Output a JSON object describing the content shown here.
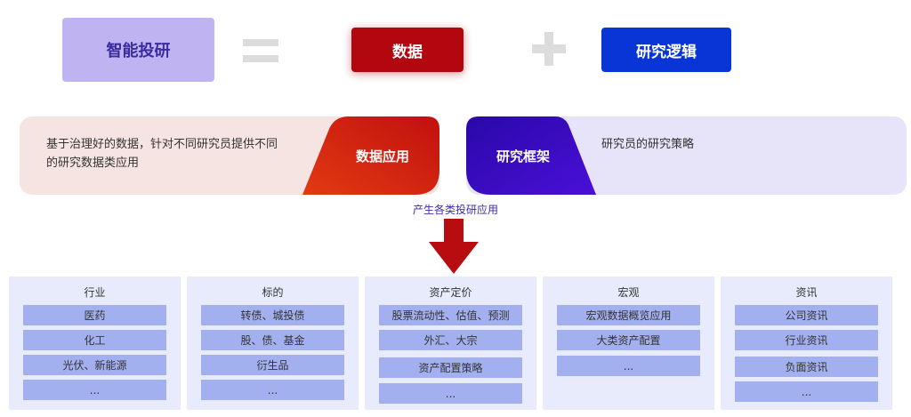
{
  "equation": {
    "left": "智能投研",
    "data": "数据",
    "logic": "研究逻辑"
  },
  "panels": {
    "left": {
      "desc_line1": "基于治理好的数据，针对不同研究员提供不同",
      "desc_line2": "的研究数据类应用",
      "tab": "数据应用"
    },
    "right": {
      "tab": "研究框架",
      "desc": "研究员的研究策略"
    }
  },
  "generate_label": "产生各类投研应用",
  "colors": {
    "purple_box": "#c0b3f2",
    "data_red": "#b2070f",
    "logic_blue": "#0a35d6",
    "tab_red": "#e8461c",
    "tab_purple": "#2a08a8",
    "item_blue": "#a3b0ef",
    "column_bg": "#e8ebfb"
  },
  "columns": [
    {
      "title": "行业",
      "items": [
        "医药",
        "化工",
        "光伏、新能源",
        "..."
      ]
    },
    {
      "title": "标的",
      "items": [
        "转债、城投债",
        "股、债、基金",
        "衍生品",
        "..."
      ]
    },
    {
      "title": "资产定价",
      "items": [
        "股票流动性、估值、预测",
        "外汇、大宗",
        "资产配置策略",
        "..."
      ]
    },
    {
      "title": "宏观",
      "items": [
        "宏观数据概览应用",
        "大类资产配置",
        "..."
      ]
    },
    {
      "title": "资讯",
      "items": [
        "公司资讯",
        "行业资讯",
        "负面资讯",
        "..."
      ]
    }
  ]
}
